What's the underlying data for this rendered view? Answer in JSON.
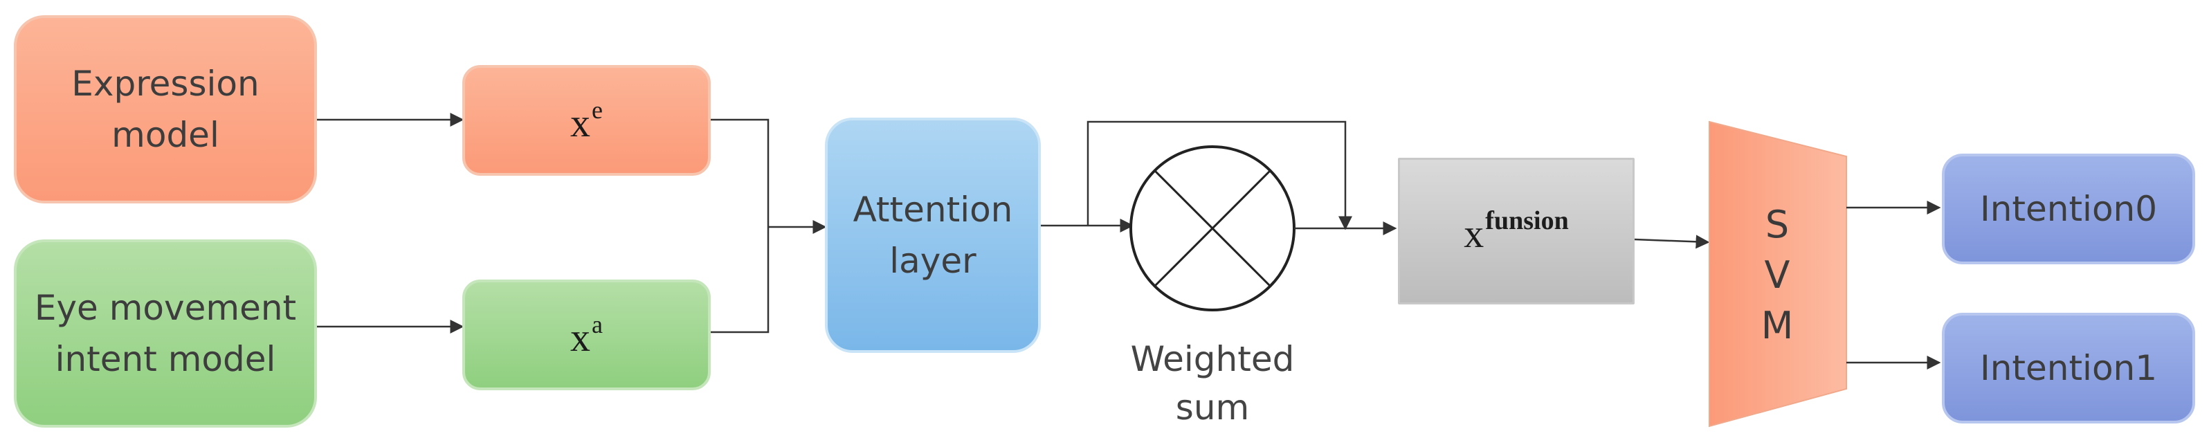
{
  "diagram": {
    "inputs": {
      "expression_model": "Expression\nmodel",
      "eye_model": "Eye movement\nintent model"
    },
    "features": {
      "expression": {
        "base": "x",
        "superscript": "e"
      },
      "eye": {
        "base": "x",
        "superscript": "a"
      },
      "fusion": {
        "base": "x",
        "superscript": "funsion"
      }
    },
    "attention_layer": "Attention\nlayer",
    "weighted_sum_label": "Weighted\nsum",
    "classifier": {
      "letters": [
        "S",
        "V",
        "M"
      ]
    },
    "outputs": {
      "intention0": "Intention0",
      "intention1": "Intention1"
    },
    "colors": {
      "orange": "#fb9a78",
      "green": "#8fcf7f",
      "blue": "#7ab7e9",
      "gray": "#bcbcbc",
      "svm": "#fb9a78",
      "purple": "#7f95db",
      "arrow": "#333333"
    },
    "icons": {
      "weighted_sum": "circled-cross-icon"
    }
  }
}
